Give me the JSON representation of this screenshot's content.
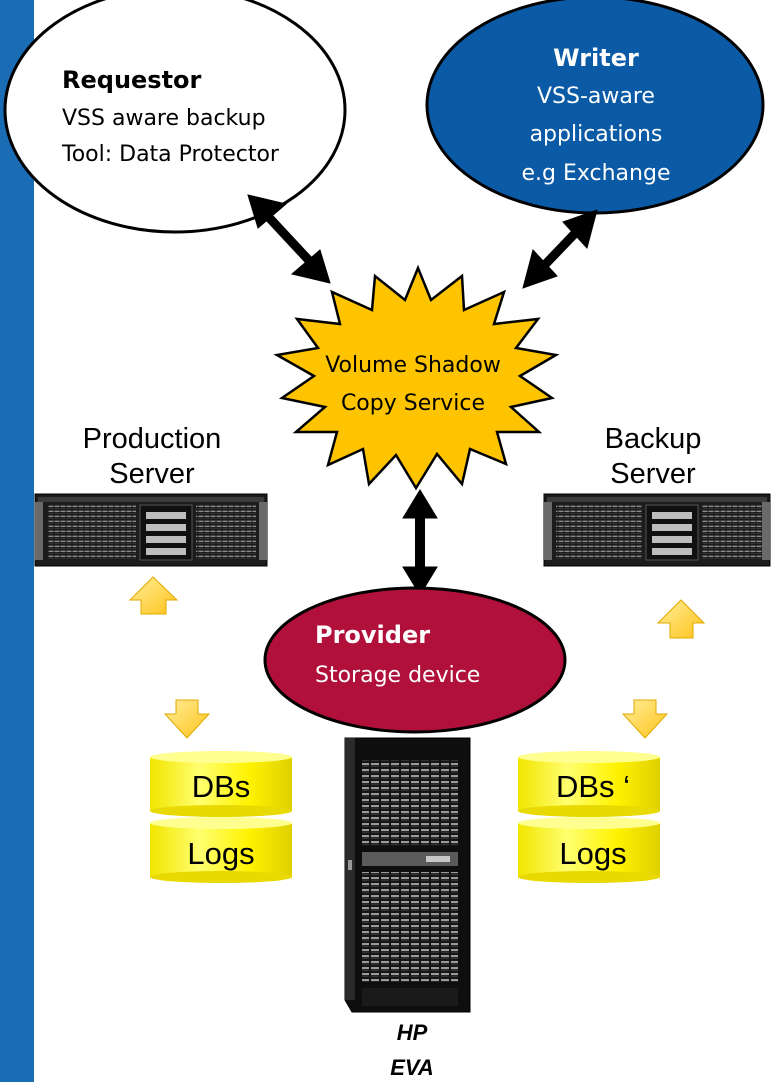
{
  "requestor": {
    "title": "Requestor",
    "line1": "VSS aware backup",
    "line2": "Tool: Data Protector"
  },
  "writer": {
    "title": "Writer",
    "line1": "VSS-aware",
    "line2": "applications",
    "line3": "e.g Exchange"
  },
  "vss": {
    "line1": "Volume Shadow",
    "line2": "Copy Service"
  },
  "production_server": {
    "line1": "Production",
    "line2": "Server"
  },
  "backup_server": {
    "line1": "Backup",
    "line2": "Server"
  },
  "provider": {
    "title": "Provider",
    "line1": "Storage device"
  },
  "left_storage": {
    "db_label": "DBs",
    "log_label": "Logs"
  },
  "right_storage": {
    "db_label": "DBs ‘",
    "log_label": "Logs"
  },
  "eva": {
    "line1": "HP",
    "line2": "EVA"
  },
  "colors": {
    "sidebar": "#1a6db5",
    "writer_fill": "#0a5aa5",
    "provider_fill": "#b0103a",
    "starburst": "#ffc400",
    "cylinder": "#fff200",
    "arrow": "#ffd34d"
  },
  "icons": [
    "double-arrow",
    "server",
    "storage-rack",
    "database-cylinder",
    "starburst"
  ]
}
